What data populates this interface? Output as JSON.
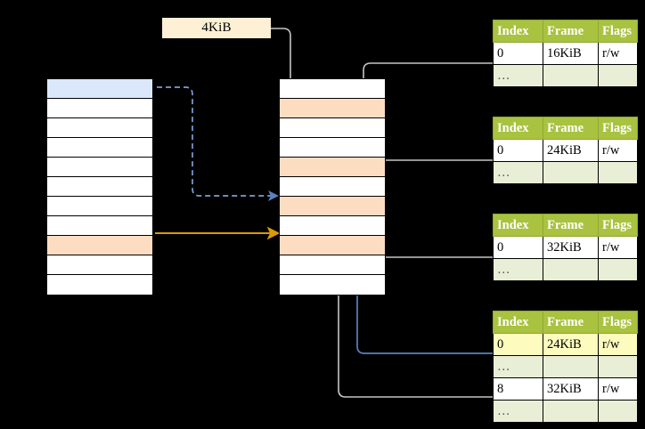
{
  "diagram": {
    "title_chip": {
      "label": "4KiB"
    },
    "virtual_column": {
      "name": "virtual-address-space",
      "row_count": 11,
      "rows": [
        {
          "fill": "blue"
        },
        {
          "fill": "white"
        },
        {
          "fill": "white"
        },
        {
          "fill": "white"
        },
        {
          "fill": "white"
        },
        {
          "fill": "white"
        },
        {
          "fill": "white"
        },
        {
          "fill": "white"
        },
        {
          "fill": "peach"
        },
        {
          "fill": "white"
        },
        {
          "fill": "white"
        }
      ]
    },
    "physical_column": {
      "name": "physical-memory",
      "row_count": 11,
      "rows": [
        {
          "fill": "white"
        },
        {
          "fill": "peach"
        },
        {
          "fill": "white"
        },
        {
          "fill": "white"
        },
        {
          "fill": "peach"
        },
        {
          "fill": "white"
        },
        {
          "fill": "peach"
        },
        {
          "fill": "white"
        },
        {
          "fill": "peach"
        },
        {
          "fill": "white"
        },
        {
          "fill": "white"
        }
      ]
    },
    "tables": [
      {
        "name": "page-table-level-1",
        "headers": [
          "Index",
          "Frame",
          "Flags"
        ],
        "rows": [
          {
            "cells": [
              "0",
              "16KiB",
              "r/w"
            ],
            "style": "normal"
          },
          {
            "cells": [
              "…",
              "",
              ""
            ],
            "style": "ellipsis"
          }
        ]
      },
      {
        "name": "page-table-level-2",
        "headers": [
          "Index",
          "Frame",
          "Flags"
        ],
        "rows": [
          {
            "cells": [
              "0",
              "24KiB",
              "r/w"
            ],
            "style": "normal"
          },
          {
            "cells": [
              "…",
              "",
              ""
            ],
            "style": "ellipsis"
          }
        ]
      },
      {
        "name": "page-table-level-3",
        "headers": [
          "Index",
          "Frame",
          "Flags"
        ],
        "rows": [
          {
            "cells": [
              "0",
              "32KiB",
              "r/w"
            ],
            "style": "normal"
          },
          {
            "cells": [
              "…",
              "",
              ""
            ],
            "style": "ellipsis"
          }
        ]
      },
      {
        "name": "page-table-level-4",
        "headers": [
          "Index",
          "Frame",
          "Flags"
        ],
        "rows": [
          {
            "cells": [
              "0",
              "24KiB",
              "r/w"
            ],
            "style": "highlight"
          },
          {
            "cells": [
              "…",
              "",
              ""
            ],
            "style": "ellipsis"
          },
          {
            "cells": [
              "8",
              "32KiB",
              "r/w"
            ],
            "style": "normal"
          },
          {
            "cells": [
              "…",
              "",
              ""
            ],
            "style": "ellipsis"
          }
        ]
      }
    ],
    "colors": {
      "header_green": "#a9c23f",
      "ellipsis_row": "#e9eed6",
      "highlight_yellow": "#fdfbbd",
      "peach_block": "#fdddc2",
      "blue_block": "#dbe8fb",
      "chip_cream": "#fdf0d5",
      "arrow_orange": "#d99b05",
      "arrow_blue": "#5b80c0",
      "arrow_gray": "#c6c6c6",
      "background": "#000000"
    },
    "connectors": [
      {
        "name": "connector-chip-to-physical",
        "kind": "gray-pointer",
        "from": "4KiB chip",
        "to": "physical row 2"
      },
      {
        "name": "connector-virtual-to-physical-dashed",
        "kind": "blue-dashed-arrow",
        "from": "virtual row 1",
        "to": "physical row 7"
      },
      {
        "name": "connector-virtual-to-physical-orange",
        "kind": "orange-arrow",
        "from": "virtual row 8",
        "to": "physical row 9"
      },
      {
        "name": "connector-table1-to-physical",
        "kind": "gray-pointer",
        "from": "table 1 row 0",
        "to": "physical row 5"
      },
      {
        "name": "connector-table2-to-physical",
        "kind": "gray-pointer",
        "from": "table 2 row 0",
        "to": "physical row 7"
      },
      {
        "name": "connector-table3-to-physical",
        "kind": "gray-pointer",
        "from": "table 3 row 0",
        "to": "physical row 9"
      },
      {
        "name": "connector-table4-row0-to-physical",
        "kind": "blue-pointer",
        "from": "table 4 row 0",
        "to": "physical row 7"
      },
      {
        "name": "connector-table4-row8-to-physical",
        "kind": "gray-pointer",
        "from": "table 4 row 8",
        "to": "physical row 9"
      }
    ]
  }
}
